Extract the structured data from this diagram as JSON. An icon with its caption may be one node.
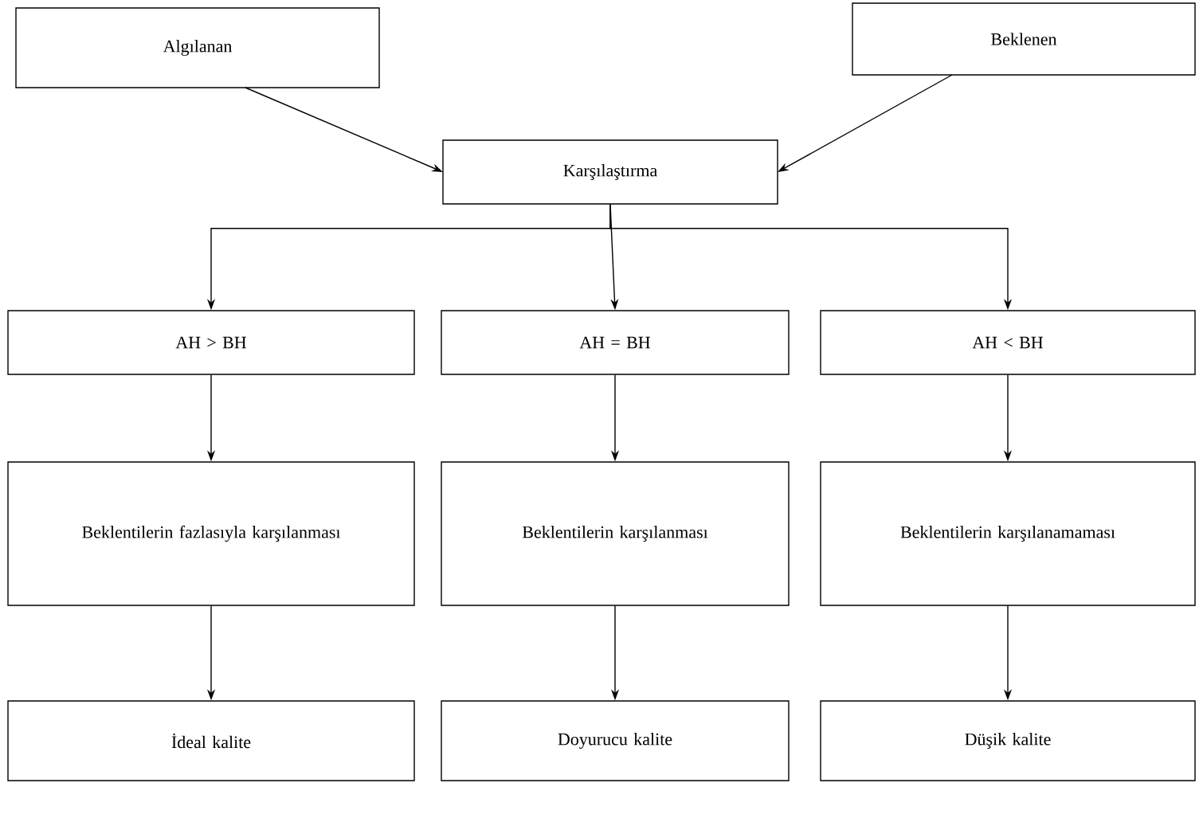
{
  "diagram": {
    "nodes": [
      {
        "text": [
          "Algılanan"
        ]
      },
      {
        "text": [
          "Beklenen"
        ]
      },
      {
        "text": [
          "Karşılaştırma"
        ]
      },
      {
        "text": [
          "AH > BH"
        ]
      },
      {
        "text": [
          "AH = BH"
        ]
      },
      {
        "text": [
          "AH < BH"
        ]
      },
      {
        "text": [
          "Beklentilerin fazlasıyla karşılanması"
        ]
      },
      {
        "text": [
          "Beklentilerin karşılanması"
        ]
      },
      {
        "text": [
          "Beklentilerin karşılanamaması"
        ]
      },
      {
        "text": [
          "İdeal kalite"
        ]
      },
      {
        "text": [
          "Doyurucu kalite"
        ]
      },
      {
        "text": [
          "Düşik kalite"
        ]
      }
    ],
    "edges": [
      {
        "from": 0,
        "to": 2,
        "arrow": "to"
      },
      {
        "from": 1,
        "to": 2,
        "arrow": "to"
      },
      {
        "from": 2,
        "to": 3,
        "arrow": "to"
      },
      {
        "from": 2,
        "to": 4,
        "arrow": "to"
      },
      {
        "from": 2,
        "to": 5,
        "arrow": "to"
      },
      {
        "from": 3,
        "to": 6,
        "arrow": "to"
      },
      {
        "from": 4,
        "to": 7,
        "arrow": "to"
      },
      {
        "from": 5,
        "to": 8,
        "arrow": "to"
      },
      {
        "from": 6,
        "to": 9,
        "arrow": "to"
      },
      {
        "from": 7,
        "to": 10,
        "arrow": "to"
      },
      {
        "from": 8,
        "to": 11,
        "arrow": "to"
      }
    ]
  }
}
